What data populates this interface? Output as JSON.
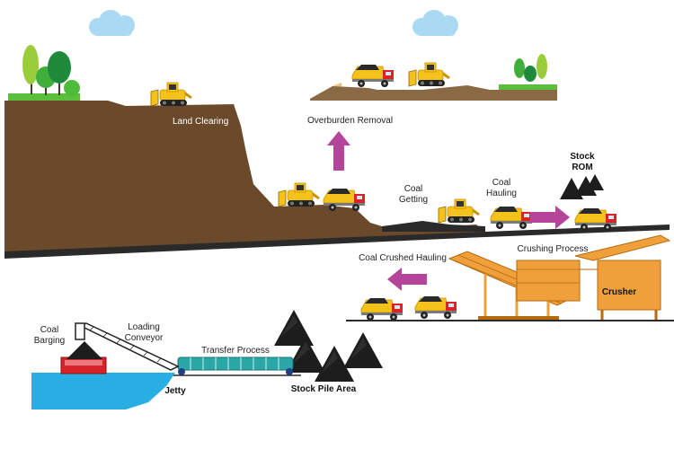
{
  "labels": {
    "land_clearing": "Land Clearing",
    "overburden_removal": "Overburden Removal",
    "coal_getting_1": "Coal",
    "coal_getting_2": "Getting",
    "coal_hauling_1": "Coal",
    "coal_hauling_2": "Hauling",
    "stock_rom_1": "Stock",
    "stock_rom_2": "ROM",
    "crushing_process": "Crushing Process",
    "coal_crushed_hauling": "Coal Crushed Hauling",
    "crusher": "Crusher",
    "coal_barging_1": "Coal",
    "coal_barging_2": "Barging",
    "loading_conveyor_1": "Loading",
    "loading_conveyor_2": "Conveyor",
    "transfer_process": "Transfer Process",
    "jetty": "Jetty",
    "stock_pile_area": "Stock Pile Area"
  },
  "colors": {
    "ground": "#6b4a2b",
    "ground_dark": "#2a2a2a",
    "arrow": "#b5459b",
    "truck": "#f4c21b",
    "truck_cab": "#d8232a",
    "water": "#29aee4",
    "crusher": "#f0a03a",
    "coal": "#1d1d1d",
    "tree": "#5cbf3c"
  }
}
